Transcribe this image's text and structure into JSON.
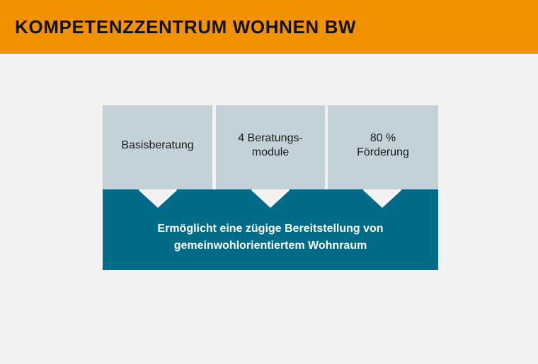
{
  "header": {
    "title": "KOMPETENZZENTRUM WOHNEN BW"
  },
  "diagram": {
    "boxes": [
      {
        "label": "Basisberatung"
      },
      {
        "label": "4 Beratungs-\nmodule"
      },
      {
        "label": "80 %\nFörderung"
      }
    ],
    "result": {
      "text": "Ermöglicht eine zügige Bereitstellung von\ngemeinwohlorientiertem Wohnraum"
    }
  },
  "colors": {
    "header_background": "#f39200",
    "page_background": "#f1f1f1",
    "box_background": "#c3d2d8",
    "result_background": "#006c87",
    "result_text": "#ffffff"
  }
}
